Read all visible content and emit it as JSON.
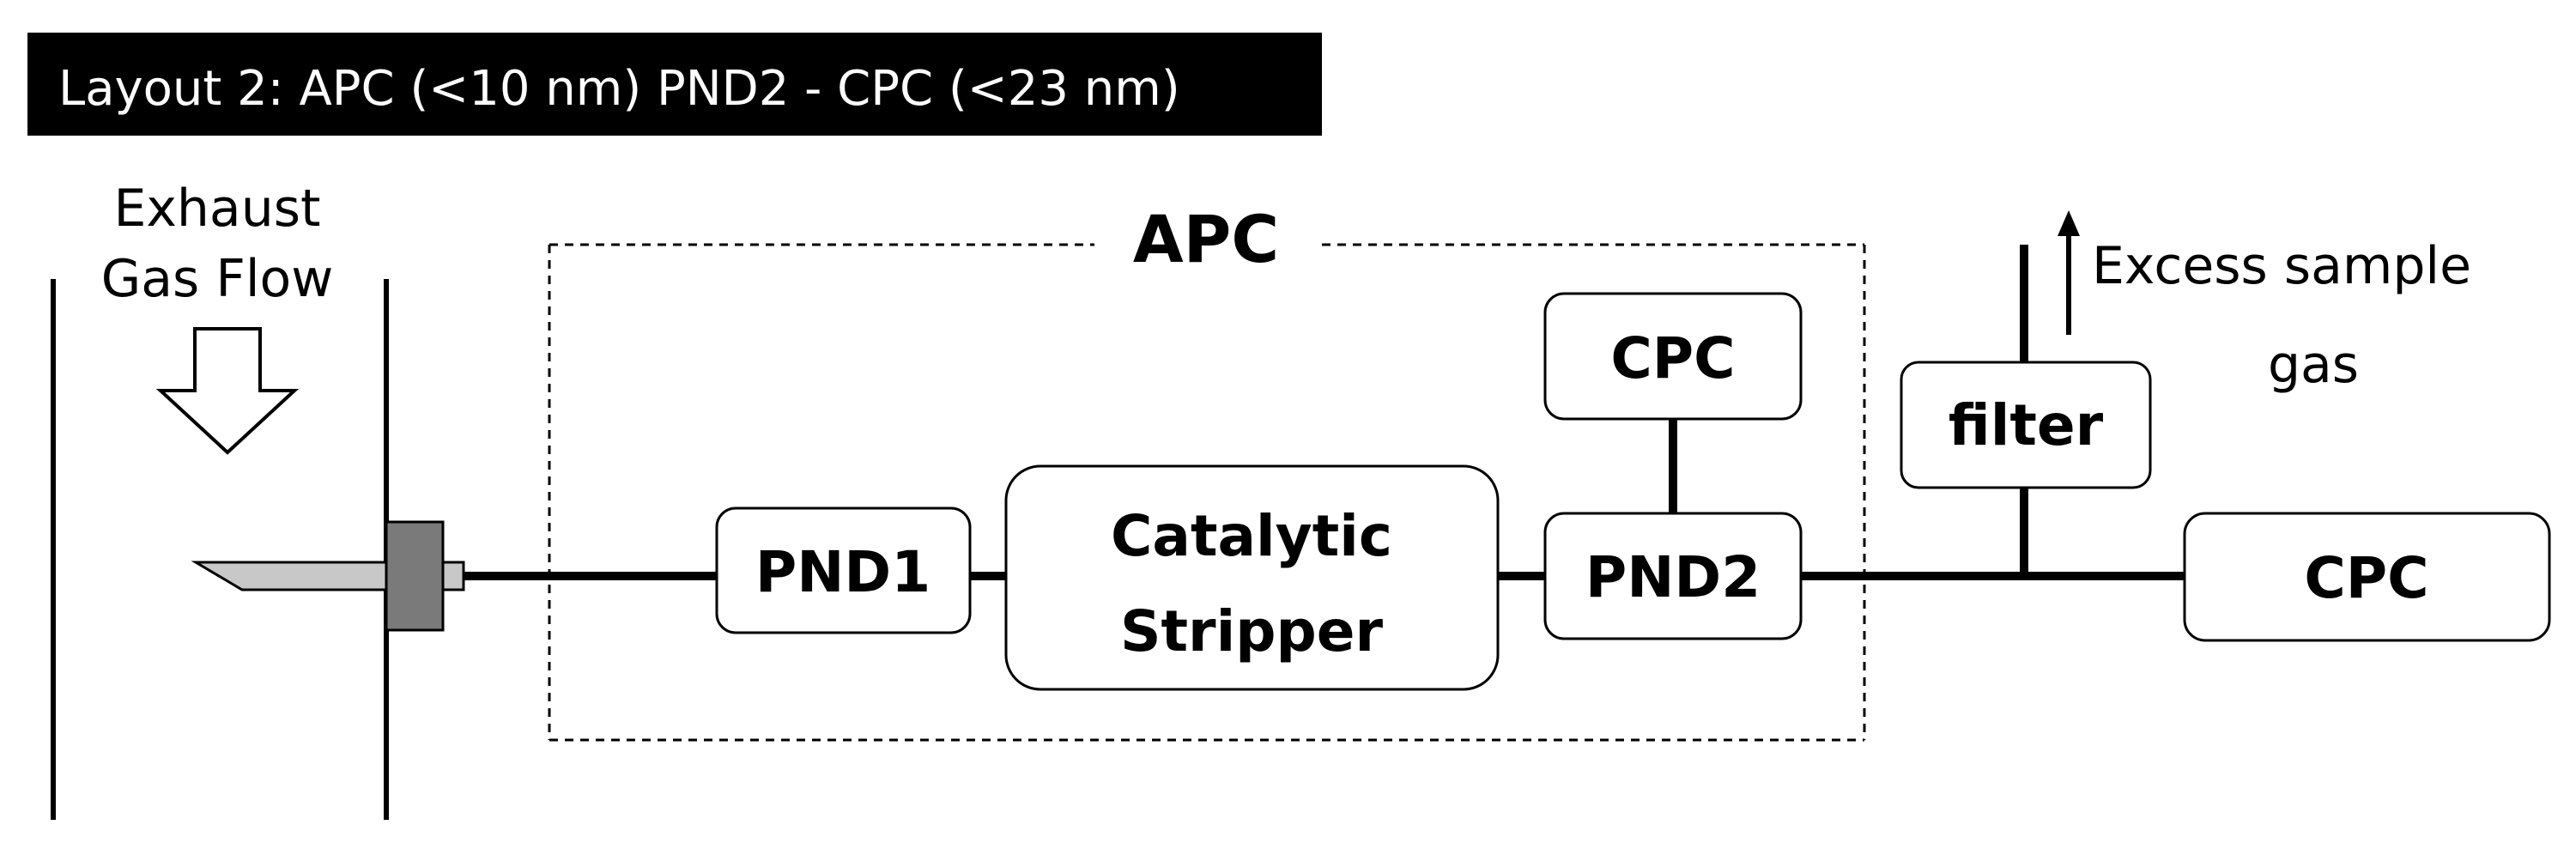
{
  "title": "Layout 2: APC (<10 nm) PND2 - CPC (<23 nm)",
  "labels": {
    "exhaust_line1": "Exhaust",
    "exhaust_line2": "Gas Flow",
    "apc": "APC",
    "pnd1": "PND1",
    "stripper_line1": "Catalytic",
    "stripper_line2": "Stripper",
    "pnd2": "PND2",
    "cpc_top": "CPC",
    "filter": "filter",
    "excess_line1": "Excess sample",
    "excess_line2": "gas",
    "cpc_right": "CPC"
  },
  "colors": {
    "title_bg": "#000000",
    "title_text": "#ffffff",
    "probe_fill": "#c8c8c8",
    "mount_fill": "#7a7a7a",
    "line": "#000000"
  },
  "icons": {
    "flow_arrow": "down-arrow-outline-icon",
    "excess_arrow": "up-arrow-icon"
  }
}
